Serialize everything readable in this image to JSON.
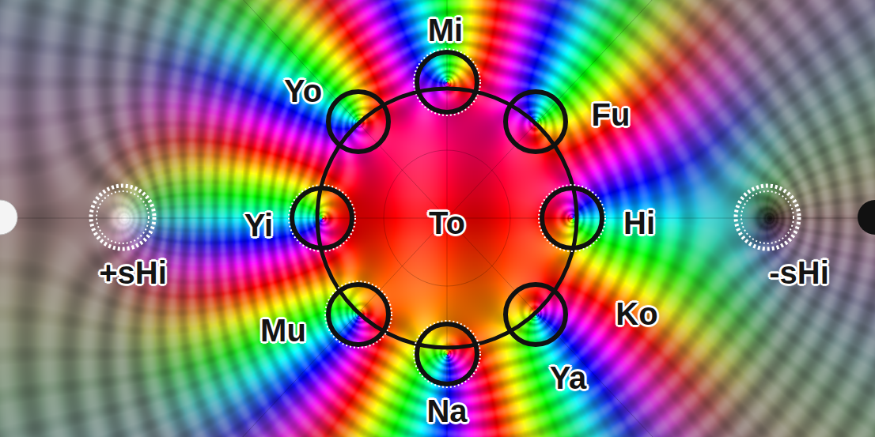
{
  "diagram": {
    "nodes": [
      {
        "text": [
          "Mi"
        ]
      },
      {
        "text": [
          "Yo"
        ]
      },
      {
        "text": [
          "Fu"
        ]
      },
      {
        "text": [
          "Yi"
        ]
      },
      {
        "text": [
          "To"
        ]
      },
      {
        "text": [
          "Hi"
        ]
      },
      {
        "text": [
          "+sHi"
        ]
      },
      {
        "text": [
          "-sHi"
        ]
      },
      {
        "text": [
          "Mu"
        ]
      },
      {
        "text": [
          "Ya"
        ]
      },
      {
        "text": [
          "Na"
        ]
      }
    ],
    "labels": [
      "Ko"
    ]
  }
}
